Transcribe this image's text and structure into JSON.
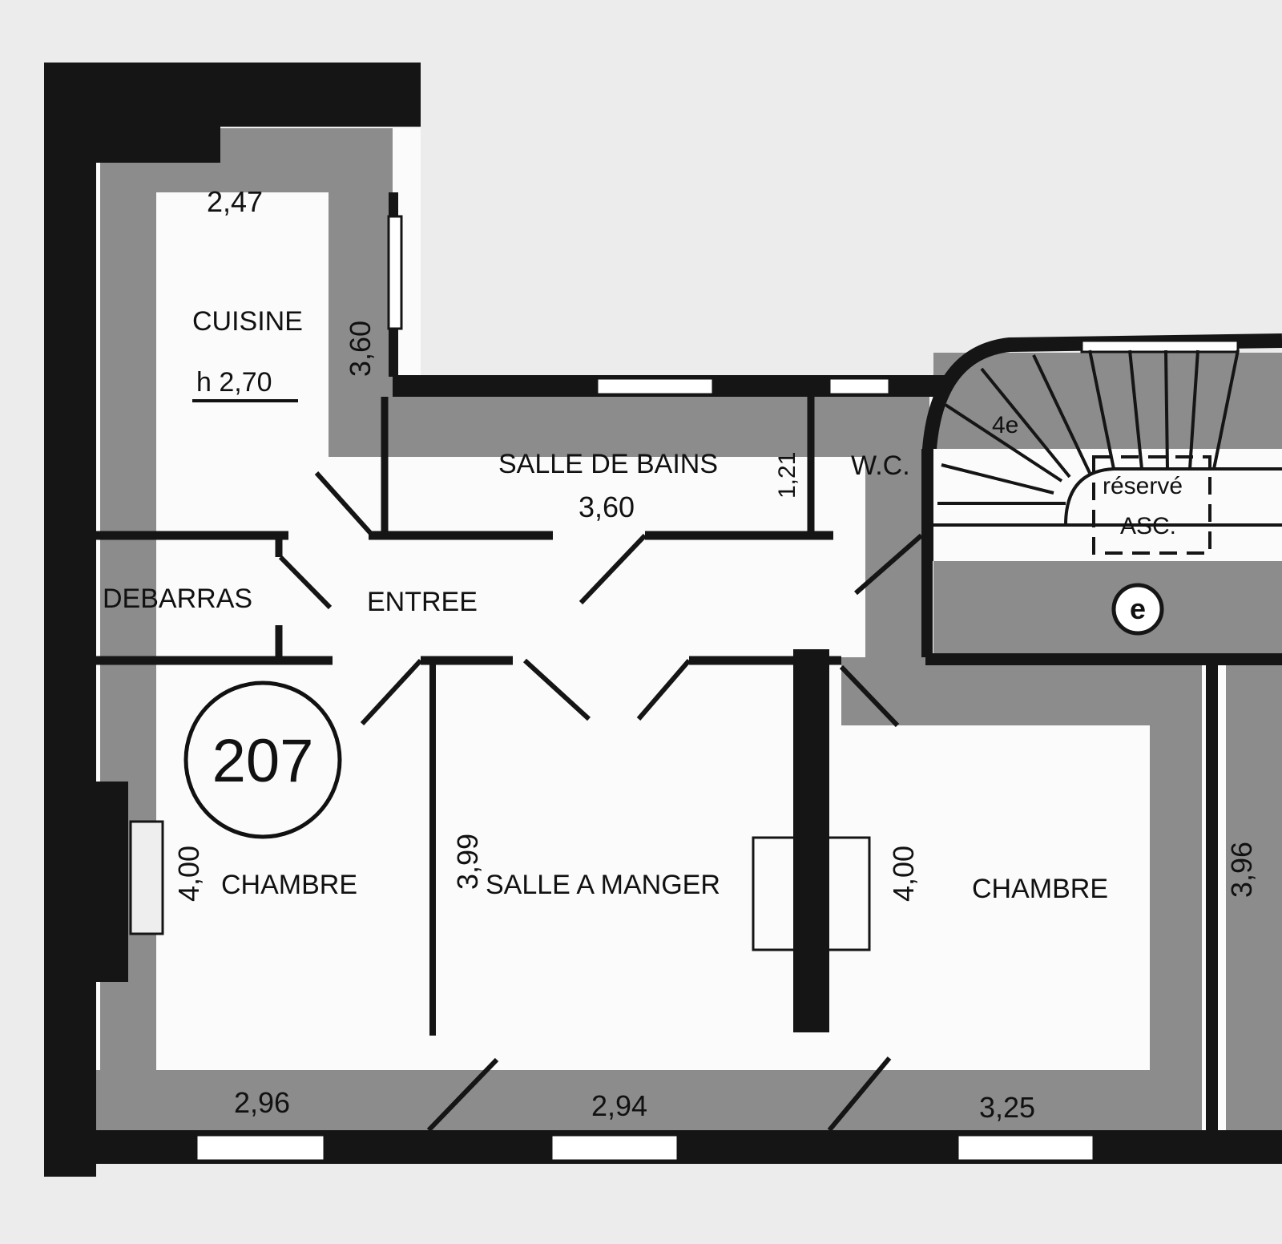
{
  "plan": {
    "unit_number": "207",
    "colors": {
      "wall_dark": "#151515",
      "wall_stipple": "#8c8c8c",
      "background": "#ececec",
      "floor": "#fbfbfb"
    },
    "rooms": {
      "cuisine": {
        "label": "CUISINE",
        "height": "h 2,70",
        "width_dim": "2,47",
        "depth_dim": "3,60"
      },
      "salle_de_bains": {
        "label": "SALLE DE BAINS",
        "width_dim": "3,60",
        "depth_dim": "1,21"
      },
      "wc": {
        "label": "W.C."
      },
      "debarras": {
        "label": "DEBARRAS"
      },
      "entree": {
        "label": "ENTREE"
      },
      "chambre_left": {
        "label": "CHAMBRE",
        "depth_dim": "4,00",
        "width_dim": "2,96"
      },
      "salle_a_manger": {
        "label": "SALLE A MANGER",
        "depth_dim": "3,99",
        "width_dim": "2,94"
      },
      "chambre_right": {
        "label": "CHAMBRE",
        "depth_dim": "4,00",
        "width_dim": "3,25"
      },
      "next_room": {
        "depth_dim": "3,96"
      }
    },
    "stair": {
      "floor_mark": "4e",
      "elevator_line1": "réservé",
      "elevator_line2": "ASC.",
      "symbol": "e"
    }
  }
}
